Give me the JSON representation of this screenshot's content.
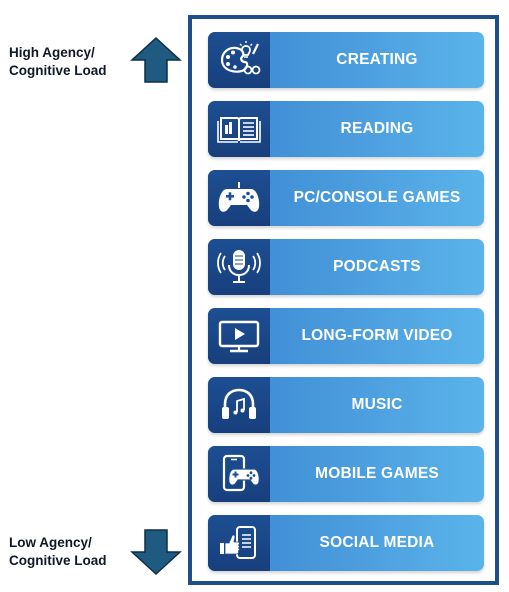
{
  "labels": {
    "top_line1": "High Agency/",
    "top_line2": "Cognitive Load",
    "bottom_line1": "Low Agency/",
    "bottom_line2": "Cognitive Load"
  },
  "items": [
    {
      "label": "CREATING",
      "icon": "palette-lightbulb-icon"
    },
    {
      "label": "READING",
      "icon": "open-book-icon"
    },
    {
      "label": "PC/CONSOLE GAMES",
      "icon": "gamepad-icon"
    },
    {
      "label": "PODCASTS",
      "icon": "microphone-icon"
    },
    {
      "label": "LONG-FORM VIDEO",
      "icon": "tv-play-icon"
    },
    {
      "label": "MUSIC",
      "icon": "headphones-icon"
    },
    {
      "label": "MOBILE GAMES",
      "icon": "phone-gamepad-icon"
    },
    {
      "label": "SOCIAL MEDIA",
      "icon": "thumbs-up-phone-icon"
    }
  ],
  "colors": {
    "frame": "#1e4f8c",
    "icon_box": "#1d4f93",
    "bar_start": "#3a86d3",
    "bar_end": "#5ab4ea",
    "arrow": "#1f5b80"
  }
}
